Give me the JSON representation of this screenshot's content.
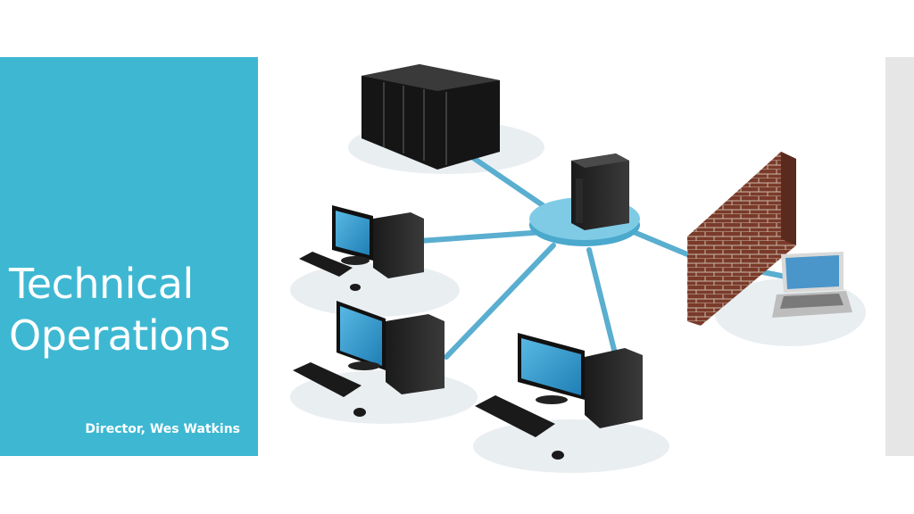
{
  "slide": {
    "title_line1": "Technical",
    "title_line2": "Operations",
    "subtitle": "Director, Wes Watkins"
  },
  "colors": {
    "accent": "#3eb8d2",
    "hub": "#6cc3de",
    "brick": "#7a3a2a"
  },
  "illustration": {
    "items": [
      "server-rack-icon",
      "hub-server-icon",
      "firewall-icon",
      "laptop-icon",
      "desktop-computer-icon"
    ]
  }
}
